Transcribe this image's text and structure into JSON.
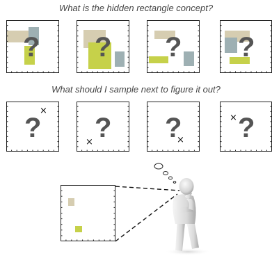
{
  "headings": {
    "hidden_concept": "What is the hidden rectangle concept?",
    "sample_next": "What should I sample next to figure it out?"
  },
  "glyphs": {
    "unknown": "?",
    "sample": "×"
  },
  "colors": {
    "tan": "#d6cdb1",
    "lime": "#c6d14a",
    "slate": "#9eb0b3",
    "frame": "#222222",
    "question": "#555555"
  },
  "icons": [
    "question-mark-icon",
    "sample-cross-icon",
    "thinking-person-illustration",
    "thought-bubble-icon"
  ]
}
